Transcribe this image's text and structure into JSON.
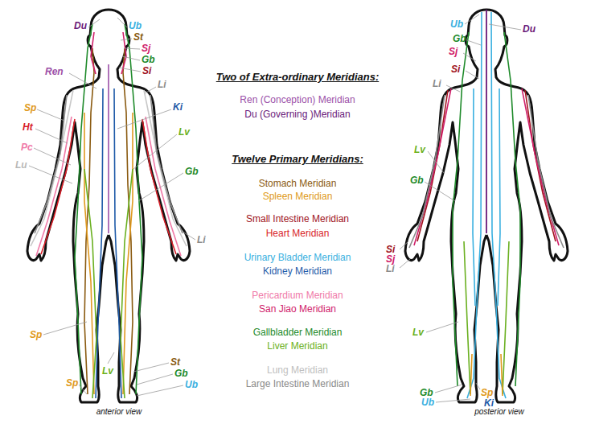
{
  "diagram": {
    "labels": [
      "Du",
      "Ub",
      "St",
      "Sj",
      "Gb",
      "Si",
      "Ren",
      "Li",
      "Sp",
      "Ki",
      "Ht",
      "Lv",
      "Pc",
      "Gb",
      "Lu",
      "Li",
      "Sp",
      "Lv",
      "St",
      "Gb",
      "Ub",
      "Sp",
      "Two of Extra-ordinary Meridians:",
      "Twelve Primary Meridians:",
      "Ub",
      "Du",
      "Gb",
      "Sj",
      "Si",
      "Li",
      "Lv",
      "Gb",
      "Si",
      "Sj",
      "Li",
      "Lv",
      "Gb",
      "Ub",
      "Sp",
      "Ki",
      "anterior view",
      "posterior view"
    ],
    "legend": [
      {
        "text": "Ren (Conception) Meridian",
        "color": "#9b4fa8"
      },
      {
        "text": "Du (Governing )Meridian",
        "color": "#6a1a7a"
      },
      {
        "text": "Stomach Meridian",
        "color": "#8a5a10"
      },
      {
        "text": "Spleen Meridian",
        "color": "#e09a20"
      },
      {
        "text": "Small Intestine Meridian",
        "color": "#a0141e"
      },
      {
        "text": "Heart Meridian",
        "color": "#d81e28"
      },
      {
        "text": "Urinary Bladder Meridian",
        "color": "#3ab0e0"
      },
      {
        "text": "Kidney Meridian",
        "color": "#1e5aa8"
      },
      {
        "text": "Pericardium Meridian",
        "color": "#f07aa8"
      },
      {
        "text": "San Jiao Meridian",
        "color": "#d0206a"
      },
      {
        "text": "Gallbladder Meridian",
        "color": "#1e8a2a"
      },
      {
        "text": "Liver Meridian",
        "color": "#6ab020"
      },
      {
        "text": "Lung Meridian",
        "color": "#c0c0c0"
      },
      {
        "text": "Large Intestine Meridian",
        "color": "#8a8a8a"
      }
    ]
  }
}
